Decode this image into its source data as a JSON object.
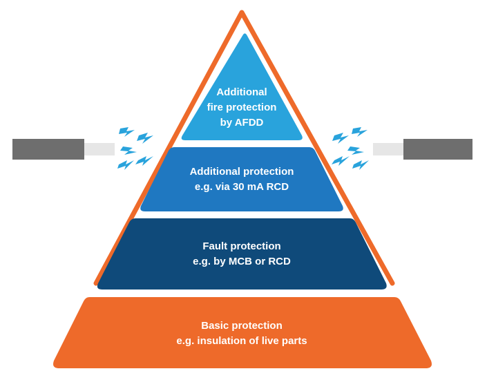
{
  "levels": [
    {
      "id": "afdd",
      "line1": "Additional",
      "line2": "fire protection",
      "line3": "by AFDD",
      "color": "#29a3dc"
    },
    {
      "id": "additional",
      "line1": "Additional protection",
      "line2": "e.g. via 30 mA RCD",
      "color": "#1f78c1"
    },
    {
      "id": "fault",
      "line1": "Fault protection",
      "line2": "e.g. by MCB or RCD",
      "color": "#0f4a7a"
    },
    {
      "id": "basic",
      "line1": "Basic protection",
      "line2": "e.g. insulation of live parts",
      "color": "#ee6a2a"
    }
  ],
  "colors": {
    "outline": "#ee6a2a",
    "spark": "#29a3dc",
    "cable_outer": "#6e6e6e",
    "cable_inner": "#e6e6e6",
    "text": "#ffffff"
  },
  "icons": {
    "left_cable": "cable-icon",
    "right_cable": "cable-icon",
    "left_sparks": "arc-spark-icon",
    "right_sparks": "arc-spark-icon"
  }
}
